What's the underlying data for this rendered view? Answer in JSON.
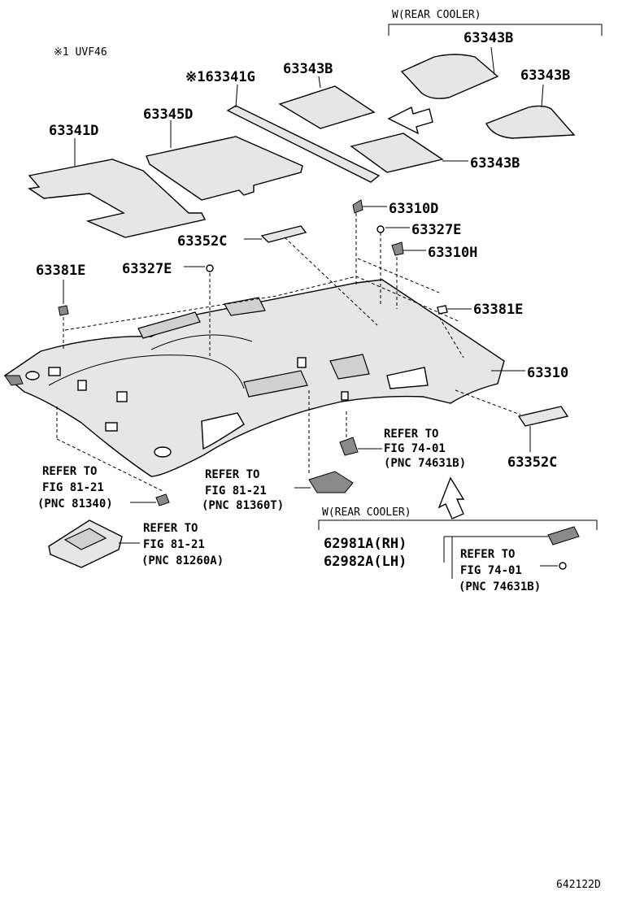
{
  "note": "※1 UVF46",
  "groups": {
    "rear_cooler_top": "W(REAR COOLER)",
    "rear_cooler_bottom": "W(REAR COOLER)"
  },
  "parts": {
    "p63343B_a": "63343B",
    "p63343B_b": "63343B",
    "p63343B_c": "63343B",
    "p63341G": "※163341G",
    "p63345D": "63345D",
    "p63341D": "63341D",
    "p63310D": "63310D",
    "p63327E_a": "63327E",
    "p63310H": "63310H",
    "p63352C_a": "63352C",
    "p63327E_b": "63327E",
    "p63381E_a": "63381E",
    "p63381E_b": "63381E",
    "p63310": "63310",
    "p63352C_b": "63352C",
    "p62981A": "62981A(RH)",
    "p62982A": "62982A(LH)"
  },
  "refs": [
    {
      "l1": "REFER TO",
      "l2": "FIG 74-01",
      "l3": "(PNC 74631B)"
    },
    {
      "l1": "REFER TO",
      "l2": "FIG 81-21",
      "l3": "(PNC 81340)"
    },
    {
      "l1": "REFER TO",
      "l2": "FIG 81-21",
      "l3": "(PNC 81360T)"
    },
    {
      "l1": "REFER TO",
      "l2": "FIG 81-21",
      "l3": "(PNC 81260A)"
    },
    {
      "l1": "REFER TO",
      "l2": "FIG 74-01",
      "l3": "(PNC 74631B)"
    }
  ],
  "figure_code": "642122D"
}
